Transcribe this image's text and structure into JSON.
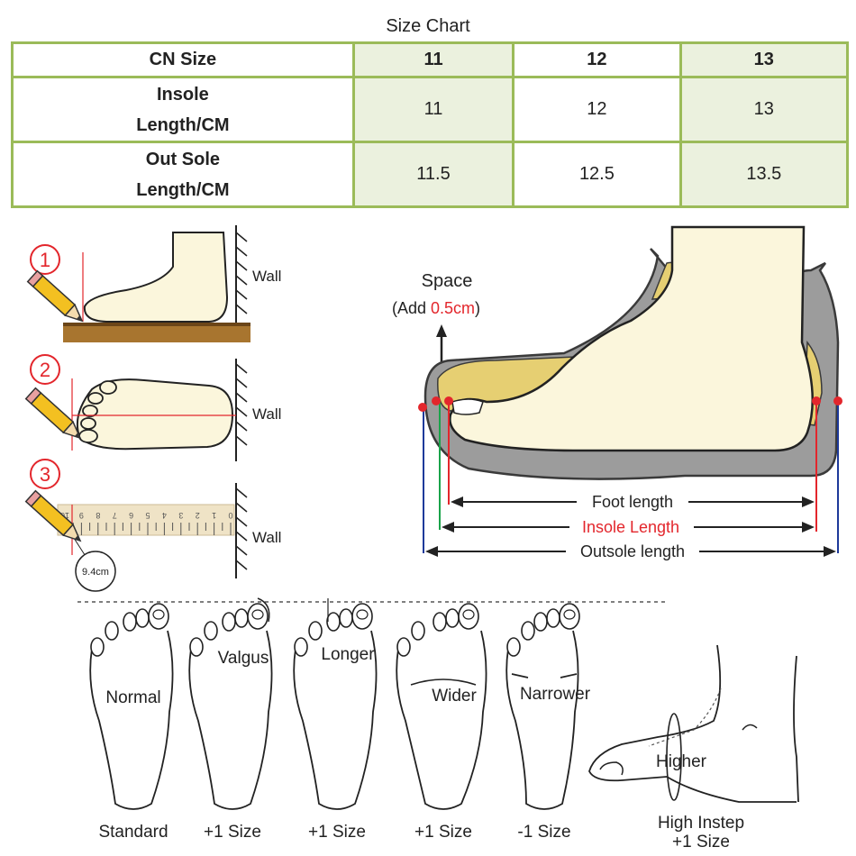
{
  "title": "Size Chart",
  "table": {
    "header": [
      "CN Size",
      "11",
      "12",
      "13"
    ],
    "rows": [
      {
        "label_line1": "Insole",
        "label_line2": "Length/CM",
        "values": [
          "11",
          "12",
          "13"
        ]
      },
      {
        "label_line1": "Out Sole",
        "label_line2": "Length/CM",
        "values": [
          "11.5",
          "12.5",
          "13.5"
        ]
      }
    ],
    "shade_color": "#ebf1de",
    "border_color": "#9bbb59"
  },
  "measure_steps": {
    "steps": [
      {
        "number": "1",
        "wall": "Wall"
      },
      {
        "number": "2",
        "wall": "Wall"
      },
      {
        "number": "3",
        "wall": "Wall"
      }
    ],
    "ruler_ticks": [
      "10",
      "9",
      "8",
      "7",
      "6",
      "5",
      "4",
      "3",
      "2",
      "1",
      "0"
    ],
    "measurement": "9.4cm",
    "step_color": "#e3262c"
  },
  "shoe_diagram": {
    "space_label": "Space",
    "add_prefix": "(Add ",
    "add_value": "0.5cm",
    "add_suffix": ")",
    "foot_length": "Foot length",
    "insole_length": "Insole Length",
    "outsole_length": "Outsole length",
    "red": "#e3262c",
    "green": "#1aa34a",
    "blue": "#1e3a9a"
  },
  "foot_types": [
    {
      "name": "Normal",
      "size": "Standard"
    },
    {
      "name": "Valgus",
      "size": "+1 Size"
    },
    {
      "name": "Longer",
      "size": "+1 Size"
    },
    {
      "name": "Wider",
      "size": "+1 Size"
    },
    {
      "name": "Narrower",
      "size": "-1 Size"
    }
  ],
  "instep": {
    "label": "Higher",
    "size_line1": "High Instep",
    "size_line2": "+1 Size"
  }
}
